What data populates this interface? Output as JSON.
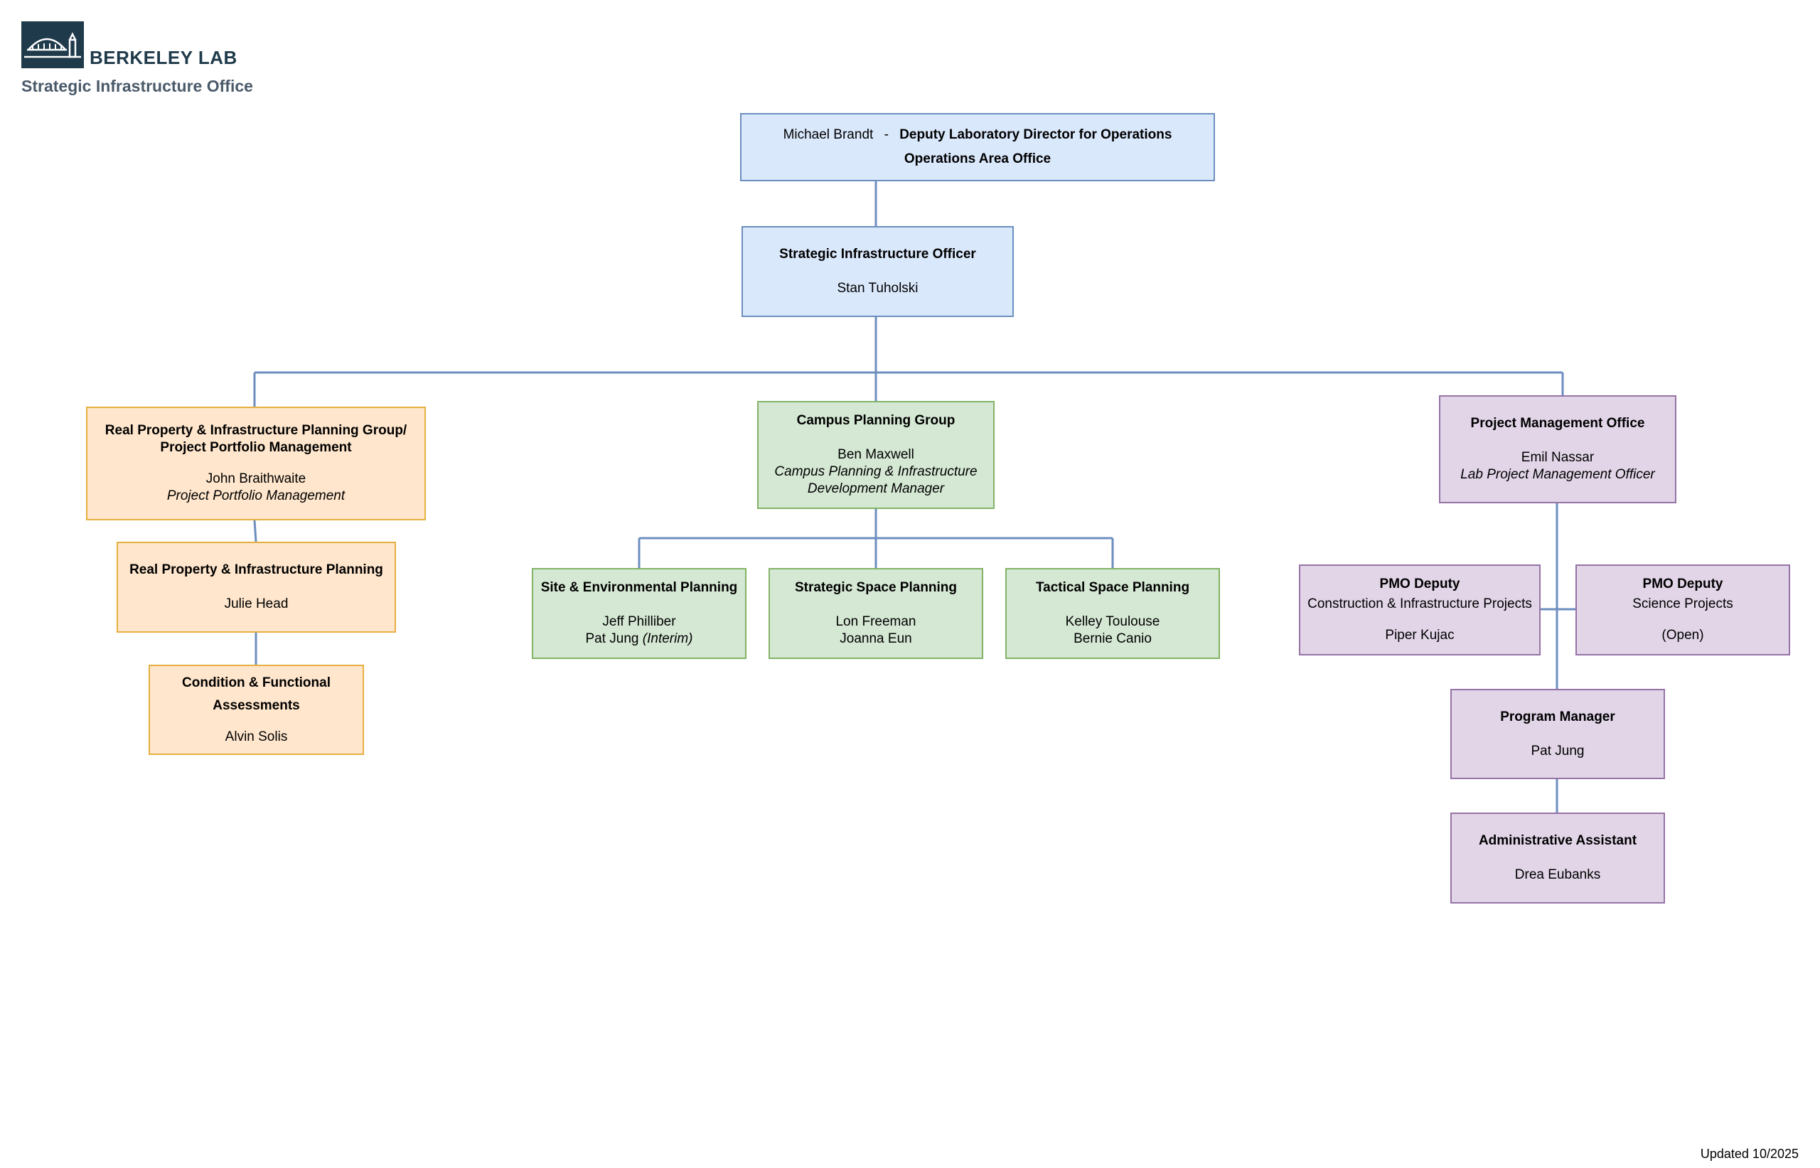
{
  "header": {
    "brand": "BERKELEY LAB",
    "office": "Strategic Infrastructure Office",
    "logo_icon": "berkeley-lab-building-icon"
  },
  "nodes": {
    "deputy_director": {
      "name": "Michael Brandt",
      "separator": "-",
      "title": "Deputy Laboratory Director for Operations",
      "office": "Operations Area Office"
    },
    "sio": {
      "title": "Strategic Infrastructure Officer",
      "name": "Stan Tuholski"
    },
    "rpip_group": {
      "title_line1": "Real Property & Infrastructure Planning Group/",
      "title_line2": "Project Portfolio Management",
      "name": "John Braithwaite",
      "role": "Project Portfolio Management"
    },
    "rpip": {
      "title": "Real Property & Infrastructure Planning",
      "name": "Julie Head"
    },
    "condition": {
      "title_line1": "Condition & Functional",
      "title_line2": "Assessments",
      "name": "Alvin Solis"
    },
    "campus_planning": {
      "title": "Campus Planning Group",
      "name": "Ben Maxwell",
      "role_line1": "Campus Planning & Infrastructure",
      "role_line2": "Development Manager"
    },
    "site_env": {
      "title": "Site & Environmental Planning",
      "name1": "Jeff Philliber",
      "name2": "Pat Jung",
      "name2_note": "(Interim)"
    },
    "strategic_space": {
      "title": "Strategic Space Planning",
      "name1": "Lon Freeman",
      "name2": "Joanna Eun"
    },
    "tactical_space": {
      "title": "Tactical Space Planning",
      "name1": "Kelley Toulouse",
      "name2": "Bernie Canio"
    },
    "pmo": {
      "title": "Project Management Office",
      "name": "Emil Nassar",
      "role": "Lab Project Management Officer"
    },
    "pmo_deputy_construction": {
      "title": "PMO Deputy",
      "subtitle": "Construction & Infrastructure Projects",
      "name": "Piper Kujac"
    },
    "pmo_deputy_science": {
      "title": "PMO Deputy",
      "subtitle": "Science Projects",
      "name": "(Open)"
    },
    "program_manager": {
      "title": "Program Manager",
      "name": "Pat Jung"
    },
    "admin_assistant": {
      "title": "Administrative Assistant",
      "name": "Drea Eubanks"
    }
  },
  "colors": {
    "blue_fill": "#dae8fc",
    "blue_border": "#6c8ebf",
    "orange_fill": "#ffe6cc",
    "orange_border": "#e6b040",
    "green_fill": "#d5e8d4",
    "green_border": "#82b366",
    "purple_fill": "#e1d5e7",
    "purple_border": "#9673a6",
    "connector": "#6c8ebf"
  },
  "footer": {
    "updated": "Updated 10/2025"
  }
}
